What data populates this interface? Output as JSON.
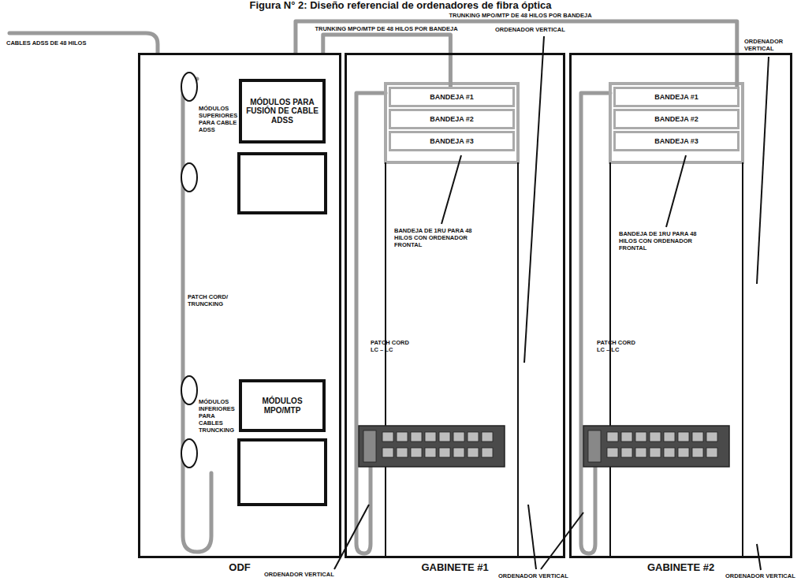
{
  "diagram": {
    "title": "Figura N° 2: Diseño referencial de ordenadores de fibra óptica",
    "nodes": [
      {
        "text": [
          "ODF"
        ]
      },
      {
        "text": [
          "MÓDULOS PARA FUSIÓN DE CABLE ADSS"
        ],
        "in": 0
      },
      {
        "text": [
          "MÓDULOS MPO/MTP"
        ],
        "in": 0
      },
      {
        "text": [
          "GABINETE #1"
        ]
      },
      {
        "text": [
          "BANDEJA #1"
        ],
        "in": 3
      },
      {
        "text": [
          "BANDEJA #2"
        ],
        "in": 3
      },
      {
        "text": [
          "BANDEJA #3"
        ],
        "in": 3
      },
      {
        "text": [
          "GABINETE #2"
        ]
      },
      {
        "text": [
          "BANDEJA #1"
        ],
        "in": 7
      },
      {
        "text": [
          "BANDEJA #2"
        ],
        "in": 7
      },
      {
        "text": [
          "BANDEJA #3"
        ],
        "in": 7
      }
    ],
    "edges": [
      {
        "from": 0,
        "to": 8,
        "label": "TRUNKING MPO/MTP DE 48 HILOS POR BANDEJA",
        "arrow": "none"
      },
      {
        "from": 0,
        "to": 4,
        "label": "TRUNKING MPO/MTP DE 48 HILOS POR BANDEJA",
        "arrow": "none"
      }
    ],
    "labels": [
      "CABLES ADSS DE 48 HILOS",
      "ORDENADOR VERTICAL",
      "ORDENADOR VERTICAL",
      "MÓDULOS SUPERIORES PARA CABLE ADSS",
      "BANDEJA DE 1RU PARA 48 HILOS CON ORDENADOR FRONTAL",
      "BANDEJA DE 1RU PARA 48 HILOS CON ORDENADOR FRONTAL",
      "PATCH CORD/ TRUNCKING",
      "PATCH CORD LC – LC",
      "PATCH CORD LC – LC",
      "MÓDULOS INFERIORES PARA CABLES TRUNCKING",
      "ORDENADOR VERTICAL",
      "ORDENADOR VERTICAL",
      "ORDENADOR VERTICAL"
    ]
  }
}
